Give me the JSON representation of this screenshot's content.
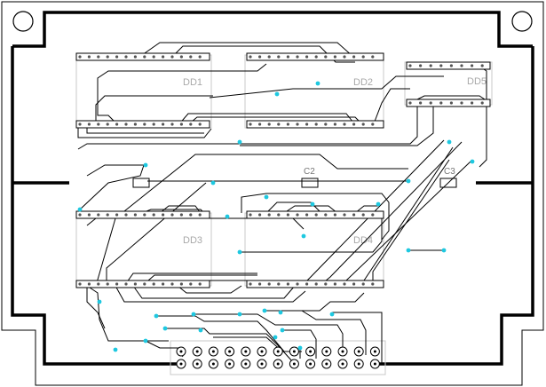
{
  "board": {
    "labels": {
      "dd1": "DD1",
      "dd2": "DD2",
      "dd3": "DD3",
      "dd4": "DD4",
      "dd5": "DD5",
      "c2": "C2",
      "c3": "C3"
    },
    "colors": {
      "trace": "#000000",
      "via": "#1ec8e0",
      "silkscreen": "#a8a8a8",
      "background": "#ffffff"
    }
  }
}
